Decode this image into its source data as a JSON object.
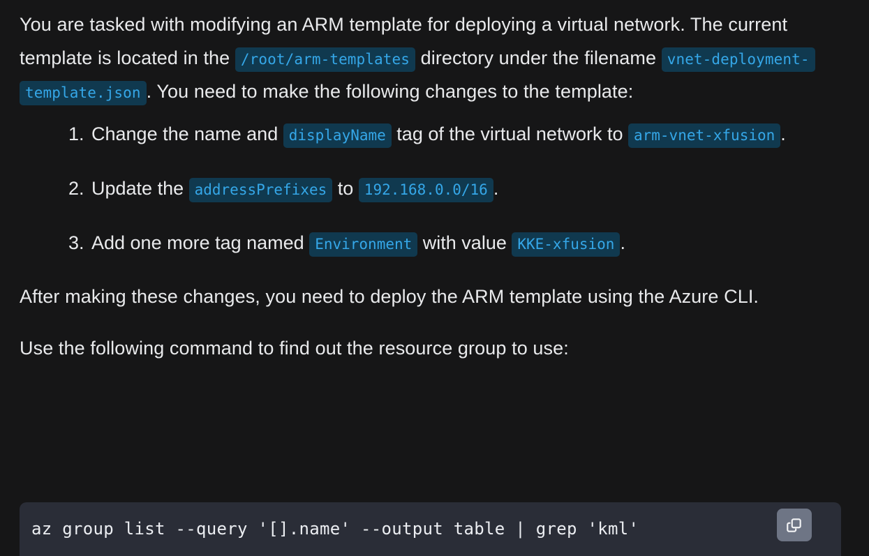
{
  "theme": {
    "background": "#161617",
    "text_color": "#e9eaec",
    "inline_code_bg": "#10394f",
    "inline_code_fg": "#35a7e8",
    "code_block_bg": "#2a2d37",
    "code_block_fg": "#eceef2",
    "copy_button_bg": "#6e7585"
  },
  "intro": {
    "segment_1": "You are tasked with modifying an ARM template for deploying a virtual network. The current template is located in the ",
    "code_1": "/root/arm-templates",
    "segment_2": " directory under the filename ",
    "code_2": "vnet-deployment-template.json",
    "segment_3": ". You need to make the following changes to the template:"
  },
  "steps": [
    {
      "marker": "1.",
      "segment_1": "Change the name and ",
      "code_1": "displayName",
      "segment_2": " tag of the virtual network to ",
      "code_2": "arm-vnet-xfusion",
      "segment_3": "."
    },
    {
      "marker": "2.",
      "segment_1": "Update the ",
      "code_1": "addressPrefixes",
      "segment_2": " to ",
      "code_2": "192.168.0.0/16",
      "segment_3": "."
    },
    {
      "marker": "3.",
      "segment_1": "Add one more tag named ",
      "code_1": "Environment",
      "segment_2": " with value ",
      "code_2": "KKE-xfusion",
      "segment_3": "."
    }
  ],
  "outro": {
    "paragraph_1": "After making these changes, you need to deploy the ARM template using the Azure CLI.",
    "paragraph_2": "Use the following command to find out the resource group to use:"
  },
  "code_block": {
    "command": "az group list --query '[].name' --output table | grep 'kml'",
    "copy_icon": "copy-icon"
  }
}
